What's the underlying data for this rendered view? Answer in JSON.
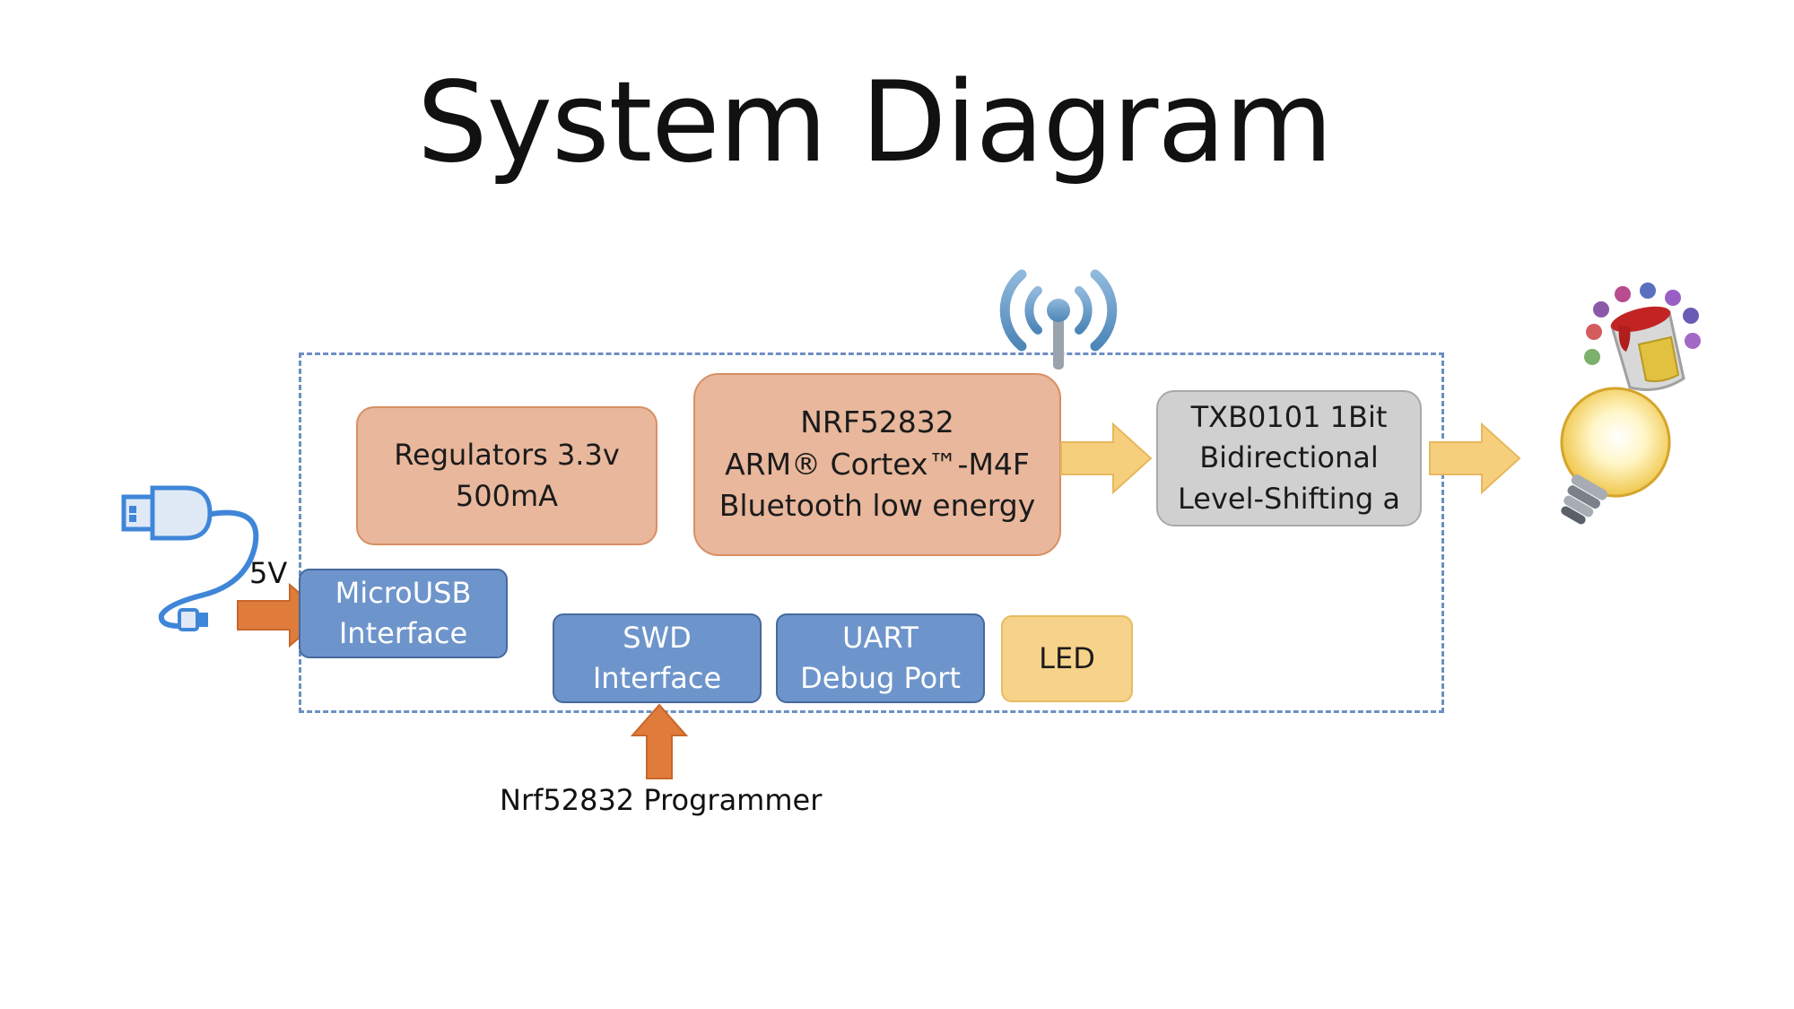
{
  "title": "System Diagram",
  "blocks": {
    "regulators": {
      "line1": "Regulators 3.3v",
      "line2": "500mA"
    },
    "mcu": {
      "line1": "NRF52832",
      "line2": "ARM® Cortex™-M4F",
      "line3": "Bluetooth low energy"
    },
    "level_shifter": {
      "line1": "TXB0101 1Bit",
      "line2": "Bidirectional",
      "line3": "Level-Shifting a"
    },
    "microusb": {
      "line1": "MicroUSB",
      "line2": "Interface"
    },
    "swd": {
      "line1": "SWD",
      "line2": "Interface"
    },
    "uart": {
      "line1": "UART",
      "line2": "Debug Port"
    },
    "led": {
      "label": "LED"
    }
  },
  "labels": {
    "voltage": "5V",
    "programmer": "Nrf52832 Programmer"
  },
  "icons": [
    "usb-plug-icon",
    "wireless-antenna-icon",
    "paint-bucket-icon",
    "light-bulb-icon"
  ],
  "colors": {
    "orange_block": "#e8b79c",
    "blue_block": "#6e95cb",
    "gray_block": "#d0d0d0",
    "led_block": "#f6d28a",
    "input_arrow": "#df7c3c",
    "output_arrow": "#f5cf7c",
    "boundary": "#6d8fc2"
  }
}
